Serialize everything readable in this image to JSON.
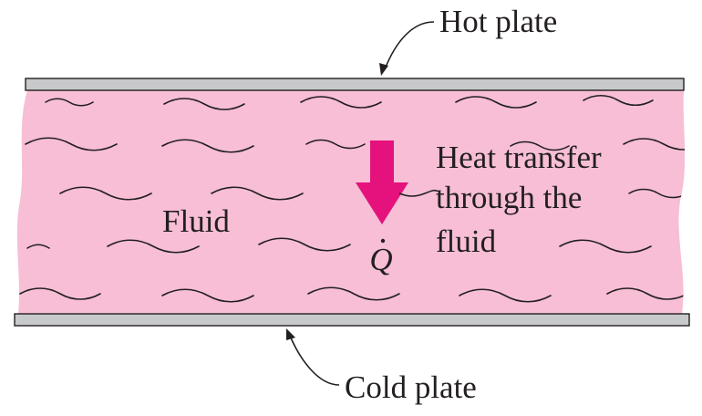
{
  "labels": {
    "hot_plate": "Hot plate",
    "cold_plate": "Cold plate",
    "fluid": "Fluid",
    "heat_line_1": "Heat transfer",
    "heat_line_2": "through the",
    "heat_line_3": "fluid",
    "heat_symbol": "Q"
  },
  "colors": {
    "fluid": "#f7bed6",
    "plate": "#c8c9cb",
    "arrow": "#e5127d",
    "ink": "#231f20"
  }
}
